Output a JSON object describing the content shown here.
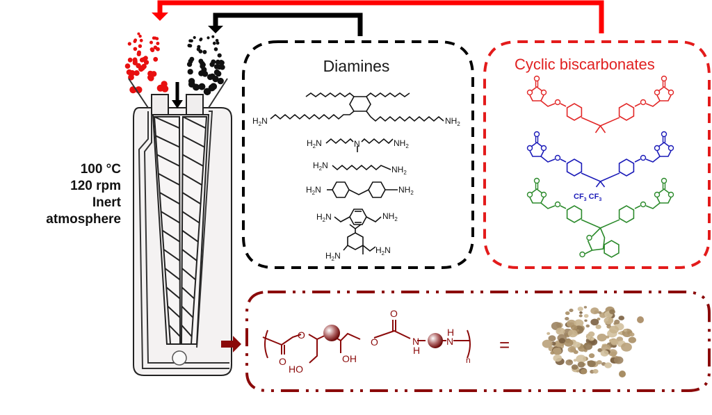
{
  "colors": {
    "feed_red": "#e81010",
    "feed_black": "#111111",
    "product": "#8b0a0a",
    "carbonate_red": "#e22626",
    "carbonate_blue": "#1a1ab8",
    "carbonate_green": "#2b8a2b",
    "extruder_fill": "#f4f2f2"
  },
  "conditions": {
    "temperature": "100 °C",
    "speed": "120 rpm",
    "atmosphere_line1": "Inert",
    "atmosphere_line2": "atmosphere"
  },
  "diamines": {
    "title": "Diamines",
    "structures": [
      {
        "name": "dimer-fatty-diamine",
        "left_label": "H2N",
        "right_label": "NH2"
      },
      {
        "name": "n-methyl-dipropylenetriamine",
        "left_label": "H2N",
        "center_label": "N",
        "right_label": "NH2"
      },
      {
        "name": "hexamethylenediamine",
        "left_label": "H2N",
        "right_label": "NH2"
      },
      {
        "name": "methylene-bis-cyclohexylamine",
        "left_label": "H2N",
        "right_label": "NH2"
      },
      {
        "name": "p-xylylenediamine",
        "left_label": "H2N",
        "right_label": "NH2"
      },
      {
        "name": "isophorone-diamine",
        "left_label": "H2N",
        "right_label": "H2N"
      }
    ]
  },
  "carbonates": {
    "title": "Cyclic biscarbonates",
    "structures": [
      {
        "name": "bisphenol-a-biscarbonate",
        "color": "red"
      },
      {
        "name": "bisphenol-af-biscarbonate",
        "color": "blue",
        "substituents": "CF3 CF3"
      },
      {
        "name": "phenolphthalein-biscarbonate",
        "color": "green"
      }
    ]
  },
  "product": {
    "equals": "=",
    "repeat_subscript": "n",
    "labels": {
      "o": "O",
      "oh": "OH",
      "ho": "HO",
      "nh": "N",
      "h": "H"
    }
  }
}
